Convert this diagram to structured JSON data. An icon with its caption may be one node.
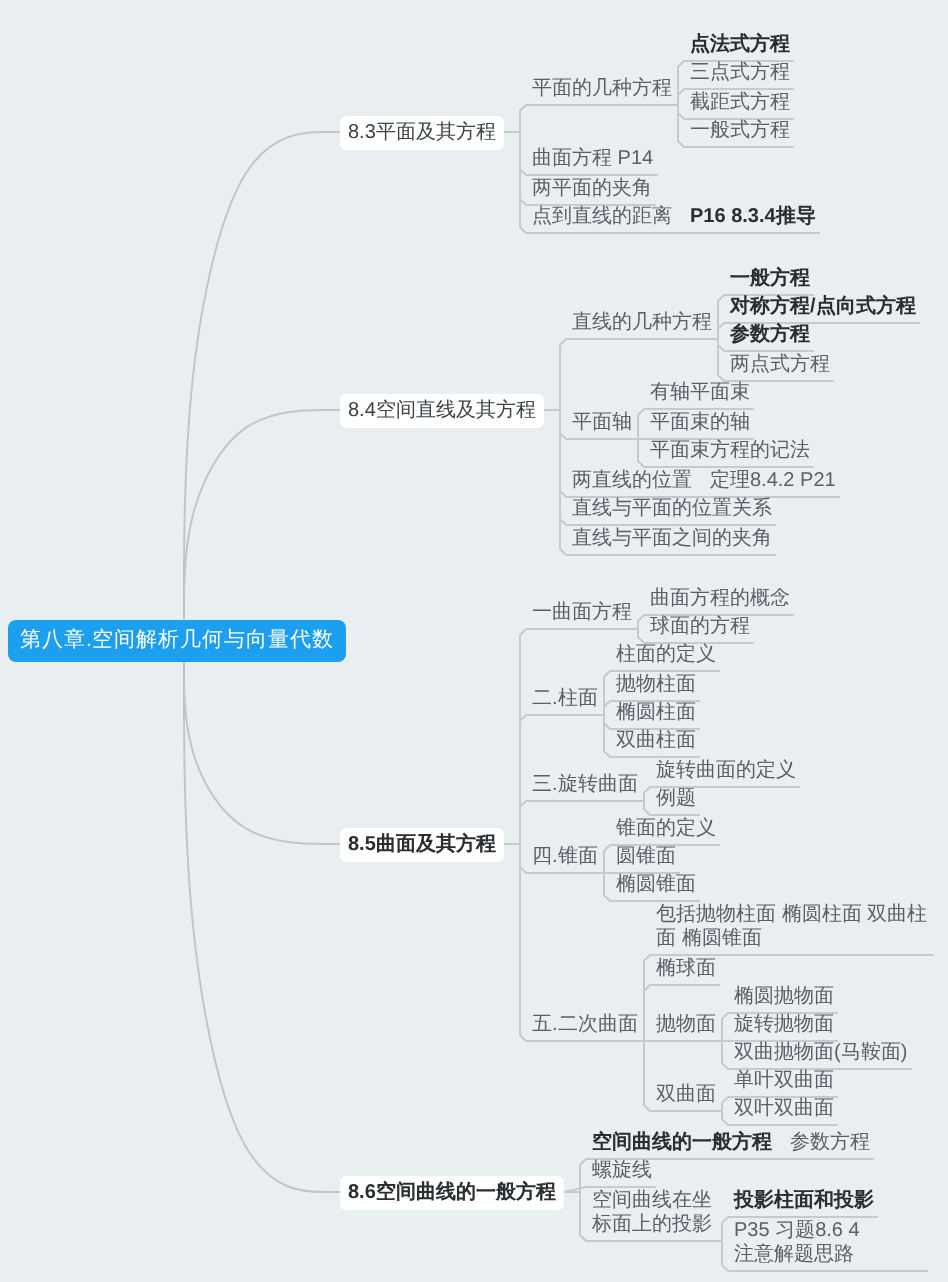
{
  "diagram": {
    "nodes": [
      {
        "text": [
          "第八章.空间解析几何与向量代数"
        ]
      },
      {
        "text": [
          "8.3平面及其方程"
        ]
      },
      {
        "text": [
          "平面的几种方程"
        ]
      },
      {
        "text": [
          "点法式方程"
        ]
      },
      {
        "text": [
          "三点式方程"
        ]
      },
      {
        "text": [
          "截距式方程"
        ]
      },
      {
        "text": [
          "一般式方程"
        ]
      },
      {
        "text": [
          "曲面方程 P14"
        ]
      },
      {
        "text": [
          "两平面的夹角"
        ]
      },
      {
        "text": [
          "点到直线的距离"
        ]
      },
      {
        "text": [
          "P16 8.3.4推导"
        ]
      },
      {
        "text": [
          "8.4空间直线及其方程"
        ]
      },
      {
        "text": [
          "直线的几种方程"
        ]
      },
      {
        "text": [
          "一般方程"
        ]
      },
      {
        "text": [
          "对称方程/点向式方程"
        ]
      },
      {
        "text": [
          "参数方程"
        ]
      },
      {
        "text": [
          "两点式方程"
        ]
      },
      {
        "text": [
          "平面轴"
        ]
      },
      {
        "text": [
          "有轴平面束"
        ]
      },
      {
        "text": [
          "平面束的轴"
        ]
      },
      {
        "text": [
          "平面束方程的记法"
        ]
      },
      {
        "text": [
          "两直线的位置"
        ]
      },
      {
        "text": [
          "定理8.4.2 P21"
        ]
      },
      {
        "text": [
          "直线与平面的位置关系"
        ]
      },
      {
        "text": [
          "直线与平面之间的夹角"
        ]
      },
      {
        "text": [
          "8.5曲面及其方程"
        ]
      },
      {
        "text": [
          "一曲面方程"
        ]
      },
      {
        "text": [
          "曲面方程的概念"
        ]
      },
      {
        "text": [
          "球面的方程"
        ]
      },
      {
        "text": [
          "二.柱面"
        ]
      },
      {
        "text": [
          "柱面的定义"
        ]
      },
      {
        "text": [
          "抛物柱面"
        ]
      },
      {
        "text": [
          "椭圆柱面"
        ]
      },
      {
        "text": [
          "双曲柱面"
        ]
      },
      {
        "text": [
          "三.旋转曲面"
        ]
      },
      {
        "text": [
          "旋转曲面的定义"
        ]
      },
      {
        "text": [
          "例题"
        ]
      },
      {
        "text": [
          "四.锥面"
        ]
      },
      {
        "text": [
          "锥面的定义"
        ]
      },
      {
        "text": [
          "圆锥面"
        ]
      },
      {
        "text": [
          "椭圆锥面"
        ]
      },
      {
        "text": [
          "五.二次曲面"
        ]
      },
      {
        "text": [
          "包括抛物柱面 椭圆柱面 双曲柱面 椭圆锥面"
        ]
      },
      {
        "text": [
          "椭球面"
        ]
      },
      {
        "text": [
          "抛物面"
        ]
      },
      {
        "text": [
          "椭圆抛物面"
        ]
      },
      {
        "text": [
          "旋转抛物面"
        ]
      },
      {
        "text": [
          "双曲抛物面(马鞍面)"
        ]
      },
      {
        "text": [
          "双曲面"
        ]
      },
      {
        "text": [
          "单叶双曲面"
        ]
      },
      {
        "text": [
          "双叶双曲面"
        ]
      },
      {
        "text": [
          "8.6空间曲线的一般方程"
        ]
      },
      {
        "text": [
          "空间曲线的一般方程"
        ]
      },
      {
        "text": [
          "参数方程"
        ]
      },
      {
        "text": [
          "螺旋线"
        ]
      },
      {
        "text": [
          "空间曲线在坐标面上的投影"
        ]
      },
      {
        "text": [
          "投影柱面和投影"
        ]
      },
      {
        "text": [
          "P35 习题8.6 4 注意解题思路"
        ]
      }
    ],
    "edges": [
      {
        "from": 0,
        "to": 1,
        "arrow": "none"
      },
      {
        "from": 1,
        "to": 2,
        "arrow": "none"
      },
      {
        "from": 2,
        "to": 3,
        "arrow": "none"
      },
      {
        "from": 2,
        "to": 4,
        "arrow": "none"
      },
      {
        "from": 2,
        "to": 5,
        "arrow": "none"
      },
      {
        "from": 2,
        "to": 6,
        "arrow": "none"
      },
      {
        "from": 1,
        "to": 7,
        "arrow": "none"
      },
      {
        "from": 1,
        "to": 8,
        "arrow": "none"
      },
      {
        "from": 1,
        "to": 9,
        "arrow": "none"
      },
      {
        "from": 9,
        "to": 10,
        "arrow": "none"
      },
      {
        "from": 0,
        "to": 11,
        "arrow": "none"
      },
      {
        "from": 11,
        "to": 12,
        "arrow": "none"
      },
      {
        "from": 12,
        "to": 13,
        "arrow": "none"
      },
      {
        "from": 12,
        "to": 14,
        "arrow": "none"
      },
      {
        "from": 12,
        "to": 15,
        "arrow": "none"
      },
      {
        "from": 12,
        "to": 16,
        "arrow": "none"
      },
      {
        "from": 11,
        "to": 17,
        "arrow": "none"
      },
      {
        "from": 17,
        "to": 18,
        "arrow": "none"
      },
      {
        "from": 17,
        "to": 19,
        "arrow": "none"
      },
      {
        "from": 17,
        "to": 20,
        "arrow": "none"
      },
      {
        "from": 11,
        "to": 21,
        "arrow": "none"
      },
      {
        "from": 21,
        "to": 22,
        "arrow": "none"
      },
      {
        "from": 11,
        "to": 23,
        "arrow": "none"
      },
      {
        "from": 11,
        "to": 24,
        "arrow": "none"
      },
      {
        "from": 0,
        "to": 25,
        "arrow": "none"
      },
      {
        "from": 25,
        "to": 26,
        "arrow": "none"
      },
      {
        "from": 26,
        "to": 27,
        "arrow": "none"
      },
      {
        "from": 26,
        "to": 28,
        "arrow": "none"
      },
      {
        "from": 25,
        "to": 29,
        "arrow": "none"
      },
      {
        "from": 29,
        "to": 30,
        "arrow": "none"
      },
      {
        "from": 29,
        "to": 31,
        "arrow": "none"
      },
      {
        "from": 29,
        "to": 32,
        "arrow": "none"
      },
      {
        "from": 29,
        "to": 33,
        "arrow": "none"
      },
      {
        "from": 25,
        "to": 34,
        "arrow": "none"
      },
      {
        "from": 34,
        "to": 35,
        "arrow": "none"
      },
      {
        "from": 34,
        "to": 36,
        "arrow": "none"
      },
      {
        "from": 25,
        "to": 37,
        "arrow": "none"
      },
      {
        "from": 37,
        "to": 38,
        "arrow": "none"
      },
      {
        "from": 37,
        "to": 39,
        "arrow": "none"
      },
      {
        "from": 37,
        "to": 40,
        "arrow": "none"
      },
      {
        "from": 25,
        "to": 41,
        "arrow": "none"
      },
      {
        "from": 41,
        "to": 42,
        "arrow": "none"
      },
      {
        "from": 41,
        "to": 43,
        "arrow": "none"
      },
      {
        "from": 41,
        "to": 44,
        "arrow": "none"
      },
      {
        "from": 44,
        "to": 45,
        "arrow": "none"
      },
      {
        "from": 44,
        "to": 46,
        "arrow": "none"
      },
      {
        "from": 44,
        "to": 47,
        "arrow": "none"
      },
      {
        "from": 41,
        "to": 48,
        "arrow": "none"
      },
      {
        "from": 48,
        "to": 49,
        "arrow": "none"
      },
      {
        "from": 48,
        "to": 50,
        "arrow": "none"
      },
      {
        "from": 0,
        "to": 51,
        "arrow": "none"
      },
      {
        "from": 51,
        "to": 52,
        "arrow": "none"
      },
      {
        "from": 52,
        "to": 53,
        "arrow": "none"
      },
      {
        "from": 51,
        "to": 54,
        "arrow": "none"
      },
      {
        "from": 51,
        "to": 55,
        "arrow": "none"
      },
      {
        "from": 55,
        "to": 56,
        "arrow": "none"
      },
      {
        "from": 55,
        "to": 57,
        "arrow": "none"
      }
    ]
  }
}
